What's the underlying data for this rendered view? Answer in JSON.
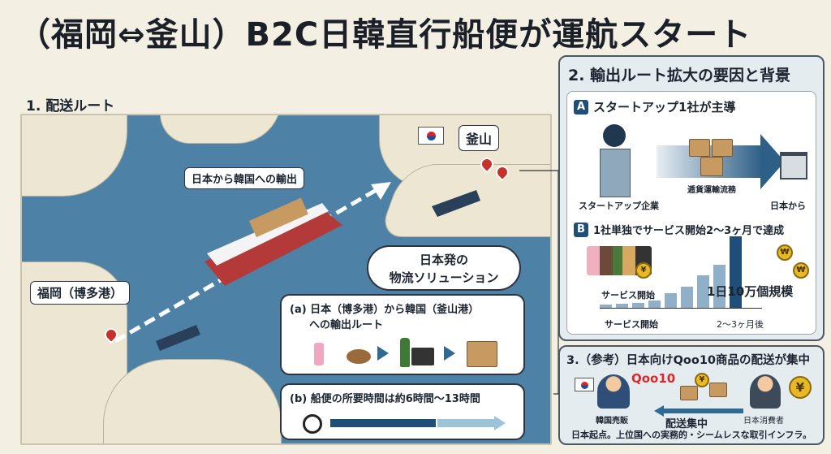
{
  "title": "（福岡⇔釜山）B2C日韓直行船便が運航スタート",
  "section1": {
    "heading": "1. 配送ルート",
    "busan_label": "釜山",
    "route_label": "日本から韓国への輸出",
    "fukuoka_label": "福岡（博多港）",
    "cloud_label_line1": "日本発の",
    "cloud_label_line2": "物流ソリューション",
    "box_a_line1": "(a) 日本（博多港）から韓国（釜山港）",
    "box_a_line2": "への輸出ルート",
    "box_b_text": "(b) 船便の所要時間は約6時間〜13時間"
  },
  "section2": {
    "heading": "2. 輸出ルート拡大の要因と背景",
    "a_badge": "A",
    "a_title": "スタートアップ1社が主導",
    "a_company_label": "スタートアップ企業",
    "a_flow_label": "逓貨運輸流務",
    "a_dest_label": "日本から",
    "b_badge": "B",
    "b_title": "1社単独でサービス開始2〜3ヶ月で達成",
    "b_start_label": "サービス開始",
    "b_scale_label": "1日10万個規模",
    "b_axis_start": "サービス開始",
    "b_axis_end": "2〜3ヶ月後",
    "growth_bars": [
      0.05,
      0.06,
      0.07,
      0.1,
      0.2,
      0.3,
      0.45,
      0.6,
      1.0
    ]
  },
  "section3": {
    "heading": "3.（参考）日本向けQoo10商品の配送が集中",
    "brand": "Qoo10",
    "seller_label": "韓国売販",
    "flow_label": "配送集中",
    "consumer_label": "日本消費者",
    "footer": "日本起点。上位国への実務的・シームレスな取引インフラ。"
  },
  "colors": {
    "sea": "#4d82a6",
    "accent": "#1f4e79",
    "pin": "#c8302c",
    "brand": "#e0262b"
  }
}
